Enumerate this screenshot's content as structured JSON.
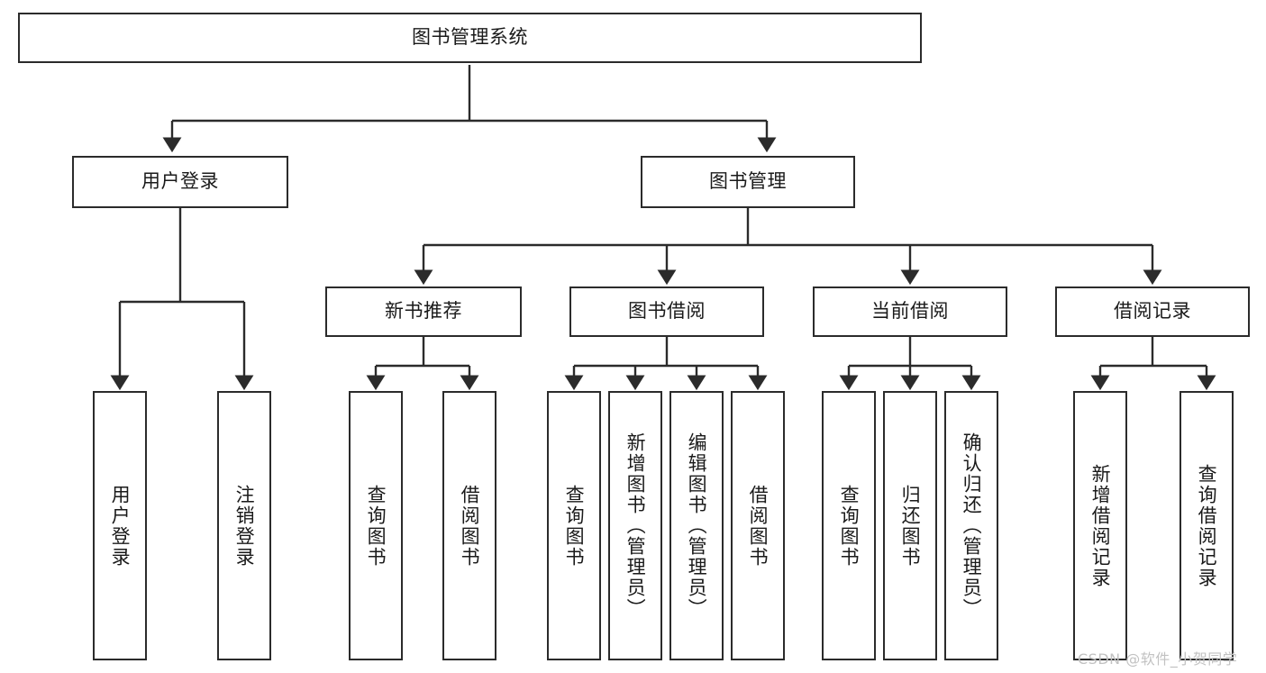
{
  "diagram": {
    "type": "tree-hierarchy-chart",
    "background": "#ffffff",
    "line_color": "#2b2b2b",
    "text_color": "#1a1a1a",
    "watermark": "CSDN @软件_小贺同学",
    "root": {
      "id": "root",
      "label": "图书管理系统"
    },
    "level2": [
      {
        "id": "user-login",
        "label": "用户登录"
      },
      {
        "id": "book-manage",
        "label": "图书管理"
      }
    ],
    "level3": [
      {
        "id": "new-book-rec",
        "label": "新书推荐",
        "parent": "book-manage"
      },
      {
        "id": "book-borrow",
        "label": "图书借阅",
        "parent": "book-manage"
      },
      {
        "id": "current-borrow",
        "label": "当前借阅",
        "parent": "book-manage"
      },
      {
        "id": "borrow-record",
        "label": "借阅记录",
        "parent": "book-manage"
      }
    ],
    "leaves": [
      {
        "id": "leaf-user-login",
        "label": "用户登录",
        "parent": "user-login"
      },
      {
        "id": "leaf-user-logout",
        "label": "注销登录",
        "parent": "user-login"
      },
      {
        "id": "leaf-rec-query",
        "label": "查询图书",
        "parent": "new-book-rec"
      },
      {
        "id": "leaf-rec-borrow",
        "label": "借阅图书",
        "parent": "new-book-rec"
      },
      {
        "id": "leaf-borrow-query",
        "label": "查询图书",
        "parent": "book-borrow"
      },
      {
        "id": "leaf-borrow-add",
        "label": "新增图书（管理员）",
        "parent": "book-borrow"
      },
      {
        "id": "leaf-borrow-edit",
        "label": "编辑图书（管理员）",
        "parent": "book-borrow"
      },
      {
        "id": "leaf-borrow-lend",
        "label": "借阅图书",
        "parent": "book-borrow"
      },
      {
        "id": "leaf-cur-query",
        "label": "查询图书",
        "parent": "current-borrow"
      },
      {
        "id": "leaf-cur-return",
        "label": "归还图书",
        "parent": "current-borrow"
      },
      {
        "id": "leaf-cur-confirm",
        "label": "确认归还（管理员）",
        "parent": "current-borrow"
      },
      {
        "id": "leaf-rec-add",
        "label": "新增借阅记录",
        "parent": "borrow-record"
      },
      {
        "id": "leaf-rec-query-record",
        "label": "查询借阅记录",
        "parent": "borrow-record"
      }
    ]
  }
}
